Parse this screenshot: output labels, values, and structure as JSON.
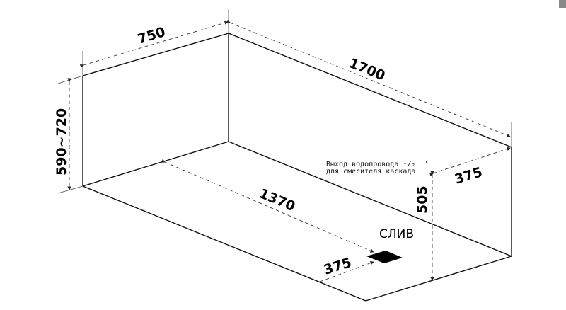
{
  "title": "Bathtub dimensions diagram",
  "dimensions": {
    "width": "750",
    "length": "1700",
    "height": "590~720",
    "inner_length": "1370",
    "drain_offset": "375",
    "outlet_height": "505",
    "outlet_offset": "375"
  },
  "labels": {
    "drain": "СЛИВ",
    "outlet_line1": "Выход водопровода ¹/₂ ''",
    "outlet_line2": "для смесителя каскада"
  },
  "colors": {
    "line": "#111111",
    "corner_mark": "#888888"
  }
}
